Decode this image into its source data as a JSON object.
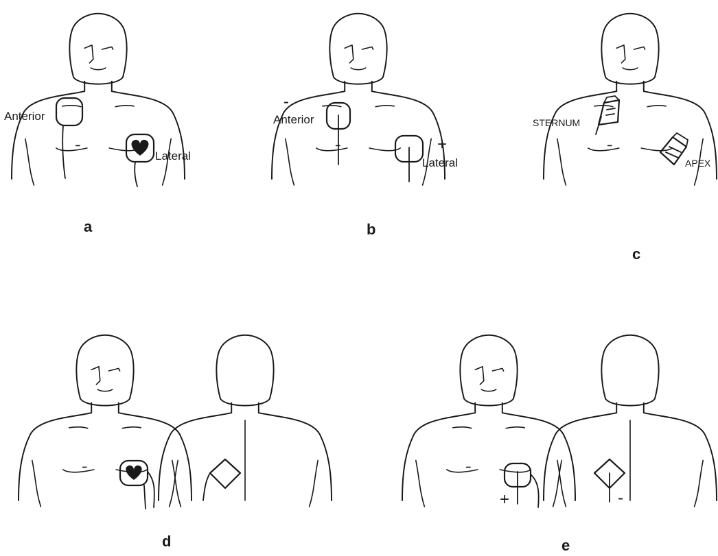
{
  "panels": {
    "a": {
      "letter": "a",
      "anterior": "Anterior",
      "lateral": "Lateral"
    },
    "b": {
      "letter": "b",
      "anterior": "Anterior",
      "lateral": "Lateral",
      "minus": "-",
      "plus": "+"
    },
    "c": {
      "letter": "c",
      "sternum": "STERNUM",
      "apex": "APEX"
    },
    "d": {
      "letter": "d"
    },
    "e": {
      "letter": "e",
      "plus": "+",
      "minus": "-"
    }
  },
  "icons": [
    "heart-icon",
    "paddle-icon",
    "electrode-pad-icon"
  ]
}
